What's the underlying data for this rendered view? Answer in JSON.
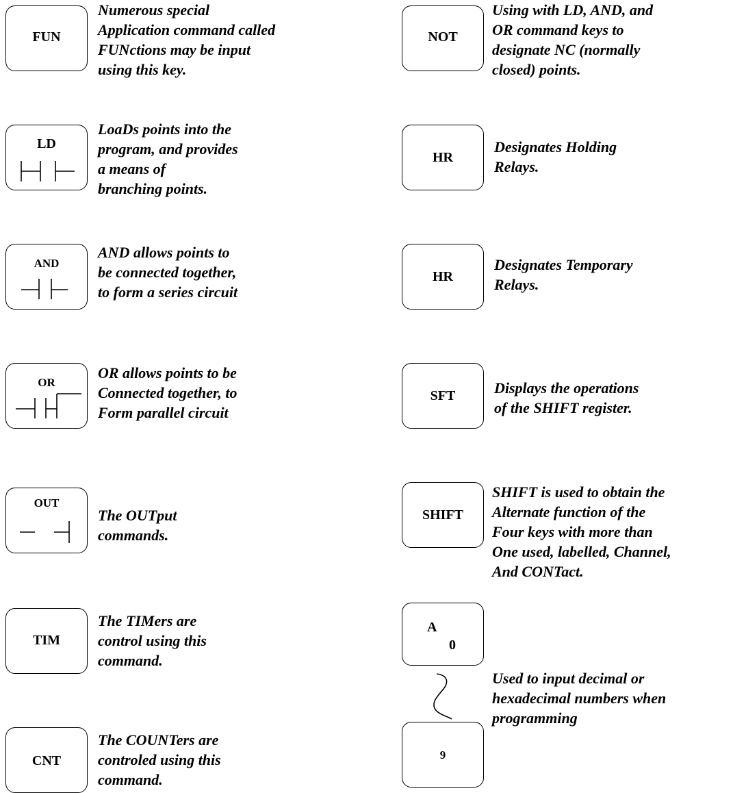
{
  "left_keys": {
    "fun": {
      "label": "FUN",
      "lines": [
        "Numerous special",
        "Application command called",
        "FUNctions may be input",
        "using this key."
      ]
    },
    "ld": {
      "label": "LD",
      "lines": [
        "LoaDs points into the",
        "program, and provides",
        "a means of",
        "branching points."
      ]
    },
    "and": {
      "label": "AND",
      "lines": [
        "AND allows points to",
        "be connected together,",
        "to form a series circuit"
      ]
    },
    "or": {
      "label": "OR",
      "lines": [
        "OR allows points to be",
        "Connected together, to",
        "Form parallel circuit"
      ]
    },
    "out": {
      "label": "OUT",
      "lines": [
        "The OUTput",
        "commands."
      ]
    },
    "tim": {
      "label": "TIM",
      "lines": [
        "The TIMers are",
        "control using this",
        "command."
      ]
    },
    "cnt": {
      "label": "CNT",
      "lines": [
        "The COUNTers are",
        "controled using this",
        "command."
      ]
    }
  },
  "right_keys": {
    "not": {
      "label": "NOT",
      "lines": [
        "Using with LD, AND, and",
        "OR command keys to",
        "designate NC (normally",
        "closed) points."
      ]
    },
    "hr1": {
      "label": "HR",
      "lines": [
        "Designates Holding",
        "Relays."
      ]
    },
    "hr2": {
      "label": "HR",
      "lines": [
        "Designates Temporary",
        "Relays."
      ]
    },
    "sft": {
      "label": "SFT",
      "lines": [
        "Displays the operations",
        "of the SHIFT register."
      ]
    },
    "shift": {
      "label": "SHIFT",
      "lines": [
        "SHIFT is used to obtain the",
        "Alternate function of the",
        "Four keys with more than",
        "One used, labelled, Channel,",
        "And CONTact."
      ]
    },
    "numeric": {
      "top_key_letter": "A",
      "top_key_digit": "0",
      "bottom_key_digit": "9",
      "lines": [
        "Used to input decimal or",
        "hexadecimal numbers when",
        "programming"
      ]
    }
  }
}
